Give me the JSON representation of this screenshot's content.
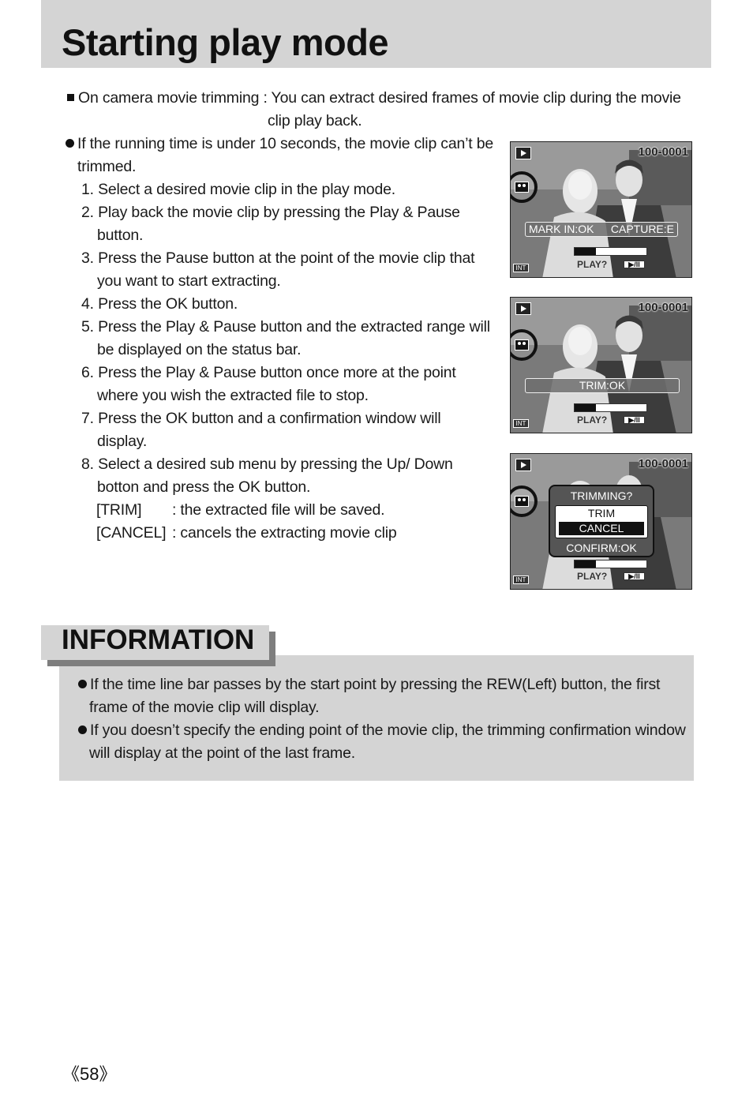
{
  "page": {
    "title": "Starting play mode",
    "number_display": "《58》"
  },
  "intro": {
    "line1": "On camera movie trimming : You can extract desired frames of movie clip during the movie",
    "line2": "clip play back."
  },
  "steps": {
    "note_line1": "If the running time is under 10 seconds, the movie clip can’t be",
    "note_line2": "trimmed.",
    "items": [
      [
        "1. Select a desired movie clip in the play mode."
      ],
      [
        "2. Play back the movie clip by pressing the Play & Pause",
        "button."
      ],
      [
        "3. Press the Pause button at the point of the movie clip that",
        "you want to start extracting."
      ],
      [
        "4. Press the OK button."
      ],
      [
        "5. Press the Play & Pause button and the extracted range will",
        "be displayed on the status bar."
      ],
      [
        "6. Press the Play & Pause button once more at the point",
        "where you wish the extracted file to stop."
      ],
      [
        "7. Press the OK button and a confirmation window will",
        "display."
      ],
      [
        "8. Select a desired sub menu by pressing the Up/ Down",
        "botton and press the OK button."
      ]
    ],
    "options": [
      {
        "key": "[TRIM]",
        "desc": ": the extracted file will be saved."
      },
      {
        "key": "[CANCEL]",
        "desc": ": cancels the extracting movie clip"
      }
    ]
  },
  "screens": [
    {
      "file_number": "100-0001",
      "overlay_left": "MARK IN:OK",
      "overlay_right": "CAPTURE:E",
      "play_text": "PLAY?",
      "pp_label": "▶/II",
      "int_label": "INT",
      "progress": 0.3
    },
    {
      "file_number": "100-0001",
      "overlay_center": "TRIM:OK",
      "play_text": "PLAY?",
      "pp_label": "▶/II",
      "int_label": "INT",
      "progress": 0.3
    },
    {
      "file_number": "100-0001",
      "dialog_question": "TRIMMING?",
      "dialog_option1": "TRIM",
      "dialog_option2": "CANCEL",
      "dialog_confirm": "CONFIRM:OK",
      "play_text": "PLAY?",
      "pp_label": "▶/II",
      "int_label": "INT",
      "progress": 0.3
    }
  ],
  "information": {
    "heading": "INFORMATION",
    "bullet1_line1": "If the time line bar passes by the start point by pressing the REW(Left) button, the first",
    "bullet1_line2": "frame of the movie clip will display.",
    "bullet2_line1": "If you doesn’t specify the ending point of the movie clip, the trimming confirmation window",
    "bullet2_line2": "will display at the point of the last frame."
  },
  "colors": {
    "band_gray": "#d4d4d4",
    "text": "#1a1a1a"
  }
}
